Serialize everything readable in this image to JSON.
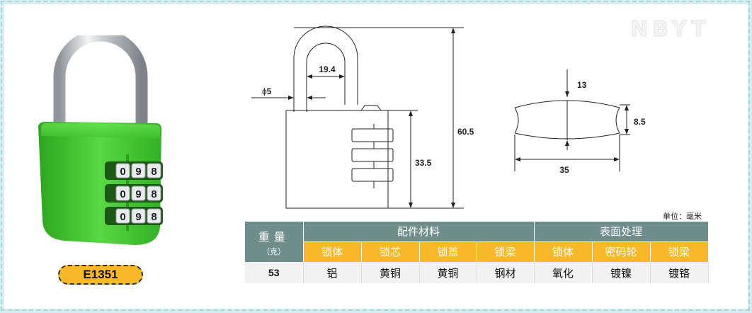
{
  "brand_watermark": "NBYT",
  "model": "E1351",
  "unit_label": "单位：毫米",
  "product_dials": [
    [
      "0",
      "9",
      "8"
    ],
    [
      "0",
      "9",
      "8"
    ],
    [
      "0",
      "9",
      "8"
    ]
  ],
  "dimensions": {
    "shackle_diameter": "5",
    "shackle_inner_width": "19.4",
    "overall_height": "60.5",
    "body_height": "33.5",
    "side_top": "13",
    "side_thickness": "8.5",
    "side_width": "35"
  },
  "table": {
    "weight_label": "重量",
    "weight_unit": "（克）",
    "groups": [
      "配件材料",
      "表面处理"
    ],
    "subheaders": [
      "锁体",
      "锁芯",
      "锁盖",
      "锁梁",
      "锁体",
      "密码轮",
      "锁梁"
    ],
    "weight_value": "53",
    "values": [
      "铝",
      "黄铜",
      "黄铜",
      "钢材",
      "氧化",
      "镀镍",
      "镀铬"
    ]
  },
  "colors": {
    "page_bg": "#d7eef0",
    "header_teal": "#6f8d8a",
    "subheader_orange": "#f7b928",
    "lock_body_green": "#3cc22c"
  }
}
